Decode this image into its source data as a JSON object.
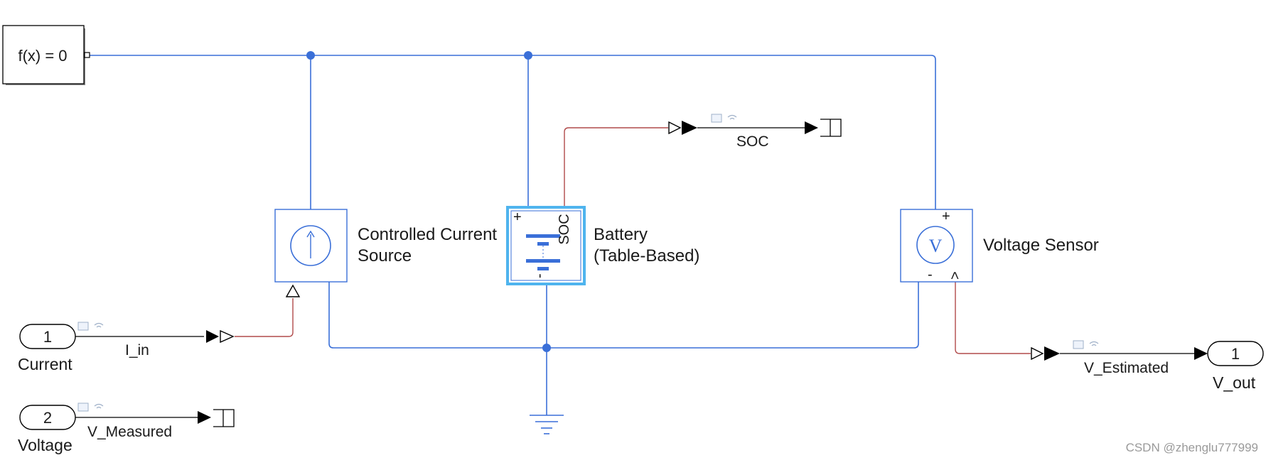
{
  "solver_block": {
    "label": "f(x) = 0"
  },
  "inports": [
    {
      "number": "1",
      "name": "Current",
      "signal": "I_in"
    },
    {
      "number": "2",
      "name": "Voltage",
      "signal": "V_Measured"
    }
  ],
  "outport": {
    "number": "1",
    "name": "V_out",
    "signal": "V_Estimated"
  },
  "current_source": {
    "label_line1": "Controlled Current",
    "label_line2": "Source"
  },
  "battery": {
    "label_line1": "Battery",
    "label_line2": "(Table-Based)",
    "port_plus": "+",
    "port_minus": "-",
    "port_soc": "SOC"
  },
  "voltage_sensor": {
    "label": "Voltage Sensor",
    "symbol": "V",
    "port_plus": "+",
    "port_minus": "-",
    "port_out": ">"
  },
  "soc_signal": {
    "name": "SOC"
  },
  "colors": {
    "physical_line": "#3a6fd8",
    "signal_line": "#b04a4a",
    "selection": "#4fb4ee"
  },
  "watermark": "CSDN @zhenglu777999"
}
